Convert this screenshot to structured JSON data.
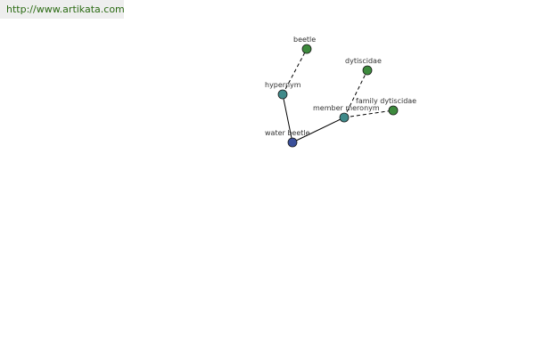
{
  "source_link": "http://www.artikata.com",
  "colors": {
    "root": "#3a4f9a",
    "relation": "#3f8a8a",
    "leaf": "#3d8a3d",
    "edge": "#000000"
  },
  "nodes": [
    {
      "id": "water_beetle",
      "label": "water beetle",
      "kind": "root"
    },
    {
      "id": "hypernym",
      "label": "hypernym",
      "kind": "relation"
    },
    {
      "id": "beetle",
      "label": "beetle",
      "kind": "leaf"
    },
    {
      "id": "member_meronym",
      "label": "member meronym",
      "kind": "relation"
    },
    {
      "id": "dytiscidae",
      "label": "dytiscidae",
      "kind": "leaf"
    },
    {
      "id": "family_dytiscidae",
      "label": "family dytiscidae",
      "kind": "leaf"
    }
  ],
  "edges": [
    {
      "from": "water_beetle",
      "to": "hypernym",
      "style": "solid"
    },
    {
      "from": "hypernym",
      "to": "beetle",
      "style": "dashed"
    },
    {
      "from": "water_beetle",
      "to": "member_meronym",
      "style": "solid"
    },
    {
      "from": "member_meronym",
      "to": "dytiscidae",
      "style": "dashed"
    },
    {
      "from": "member_meronym",
      "to": "family_dytiscidae",
      "style": "dashed"
    }
  ]
}
